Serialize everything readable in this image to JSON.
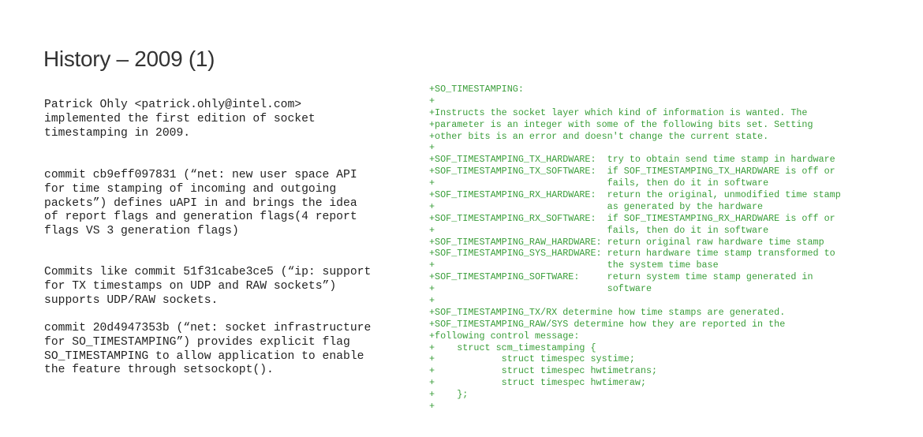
{
  "title": "History – 2009 (1)",
  "paragraphs": [
    [
      "Patrick Ohly <patrick.ohly@intel.com>",
      "implemented the first edition of socket",
      "timestamping in 2009."
    ],
    [
      "commit cb9eff097831 (“net: new user space API",
      "for time stamping of incoming and outgoing",
      "packets”) defines uAPI in and brings the idea",
      "of report flags and generation flags(4 report",
      "flags VS 3 generation flags)"
    ],
    [
      "Commits like commit 51f31cabe3ce5 (“ip: support",
      "for TX timestamps on UDP and RAW sockets”)",
      "supports UDP/RAW sockets."
    ],
    [
      "commit 20d4947353b (“net: socket infrastructure",
      "for SO_TIMESTAMPING”) provides explicit flag",
      "SO_TIMESTAMPING to allow application to enable",
      "the feature through setsockopt()."
    ]
  ],
  "code_lines": [
    "+SO_TIMESTAMPING:",
    "+",
    "+Instructs the socket layer which kind of information is wanted. The",
    "+parameter is an integer with some of the following bits set. Setting",
    "+other bits is an error and doesn't change the current state.",
    "+",
    "+SOF_TIMESTAMPING_TX_HARDWARE:  try to obtain send time stamp in hardware",
    "+SOF_TIMESTAMPING_TX_SOFTWARE:  if SOF_TIMESTAMPING_TX_HARDWARE is off or",
    "+                               fails, then do it in software",
    "+SOF_TIMESTAMPING_RX_HARDWARE:  return the original, unmodified time stamp",
    "+                               as generated by the hardware",
    "+SOF_TIMESTAMPING_RX_SOFTWARE:  if SOF_TIMESTAMPING_RX_HARDWARE is off or",
    "+                               fails, then do it in software",
    "+SOF_TIMESTAMPING_RAW_HARDWARE: return original raw hardware time stamp",
    "+SOF_TIMESTAMPING_SYS_HARDWARE: return hardware time stamp transformed to",
    "+                               the system time base",
    "+SOF_TIMESTAMPING_SOFTWARE:     return system time stamp generated in",
    "+                               software",
    "+",
    "+SOF_TIMESTAMPING_TX/RX determine how time stamps are generated.",
    "+SOF_TIMESTAMPING_RAW/SYS determine how they are reported in the",
    "+following control message:",
    "+    struct scm_timestamping {",
    "+            struct timespec systime;",
    "+            struct timespec hwtimetrans;",
    "+            struct timespec hwtimeraw;",
    "+    };",
    "+"
  ]
}
